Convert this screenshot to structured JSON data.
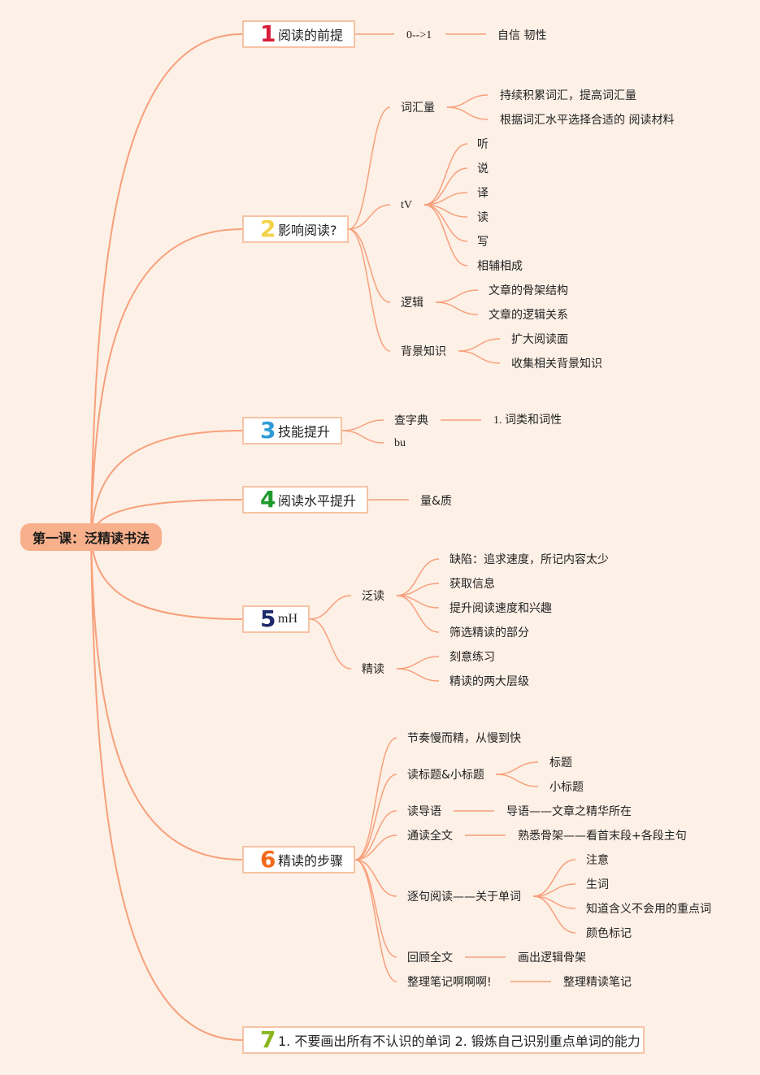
{
  "colors": {
    "line": "#f7a07c",
    "root_bg": "#f7b08b",
    "box_border": "#f7c3a5",
    "bg": "#fdf0e6"
  },
  "root": "第一课：泛精读书法",
  "branches": [
    {
      "num": "1",
      "num_color": "#d81e3a",
      "label": "阅读的前提",
      "children": [
        {
          "text": "0-->1",
          "children": [
            {
              "text": "自信 韧性"
            }
          ]
        }
      ]
    },
    {
      "num": "2",
      "num_color": "#f2d34a",
      "label": "影响阅读?",
      "children": [
        {
          "text": "词汇量",
          "children": [
            {
              "text": "持续积累词汇，提高词汇量"
            },
            {
              "text": "根据词汇水平选择合适的 阅读材料"
            }
          ]
        },
        {
          "text": "tV",
          "children": [
            {
              "text": "听"
            },
            {
              "text": "说"
            },
            {
              "text": "译"
            },
            {
              "text": "读"
            },
            {
              "text": "写"
            },
            {
              "text": "相辅相成"
            }
          ]
        },
        {
          "text": "逻辑",
          "children": [
            {
              "text": "文章的骨架结构"
            },
            {
              "text": "文章的逻辑关系"
            }
          ]
        },
        {
          "text": "背景知识",
          "children": [
            {
              "text": "扩大阅读面"
            },
            {
              "text": "收集相关背景知识"
            }
          ]
        }
      ]
    },
    {
      "num": "3",
      "num_color": "#2e9bd6",
      "label": "技能提升",
      "children": [
        {
          "text": "查字典",
          "children": [
            {
              "text": "1. 词类和词性"
            }
          ]
        },
        {
          "text": "bu"
        }
      ]
    },
    {
      "num": "4",
      "num_color": "#1e9a2e",
      "label": "阅读水平提升",
      "children": [
        {
          "text": "量&质"
        }
      ]
    },
    {
      "num": "5",
      "num_color": "#1f2a6b",
      "label": "mH",
      "children": [
        {
          "text": "泛读",
          "children": [
            {
              "text": "缺陷：追求速度，所记内容太少"
            },
            {
              "text": "获取信息"
            },
            {
              "text": "提升阅读速度和兴趣"
            },
            {
              "text": "筛选精读的部分"
            }
          ]
        },
        {
          "text": "精读",
          "children": [
            {
              "text": "刻意练习"
            },
            {
              "text": "精读的两大层级"
            }
          ]
        }
      ]
    },
    {
      "num": "6",
      "num_color": "#f26b1d",
      "label": "精读的步骤",
      "children": [
        {
          "text": "节奏慢而精，从慢到快"
        },
        {
          "text": "读标题&小标题",
          "children": [
            {
              "text": "标题"
            },
            {
              "text": "小标题"
            }
          ]
        },
        {
          "text": "读导语",
          "children": [
            {
              "text": "导语——文章之精华所在"
            }
          ]
        },
        {
          "text": "通读全文",
          "children": [
            {
              "text": "熟悉骨架——看首末段+各段主句"
            }
          ]
        },
        {
          "text": "逐句阅读——关于单词",
          "children": [
            {
              "text": "注意"
            },
            {
              "text": "生词"
            },
            {
              "text": "知道含义不会用的重点词"
            },
            {
              "text": "颜色标记"
            }
          ]
        },
        {
          "text": "回顾全文",
          "children": [
            {
              "text": "画出逻辑骨架"
            }
          ]
        },
        {
          "text": "整理笔记啊啊啊!",
          "children": [
            {
              "text": "整理精读笔记"
            }
          ]
        }
      ]
    },
    {
      "num": "7",
      "num_color": "#8ab51e",
      "label": "1. 不要画出所有不认识的单词 2. 锻炼自己识别重点单词的能力",
      "children": []
    }
  ]
}
